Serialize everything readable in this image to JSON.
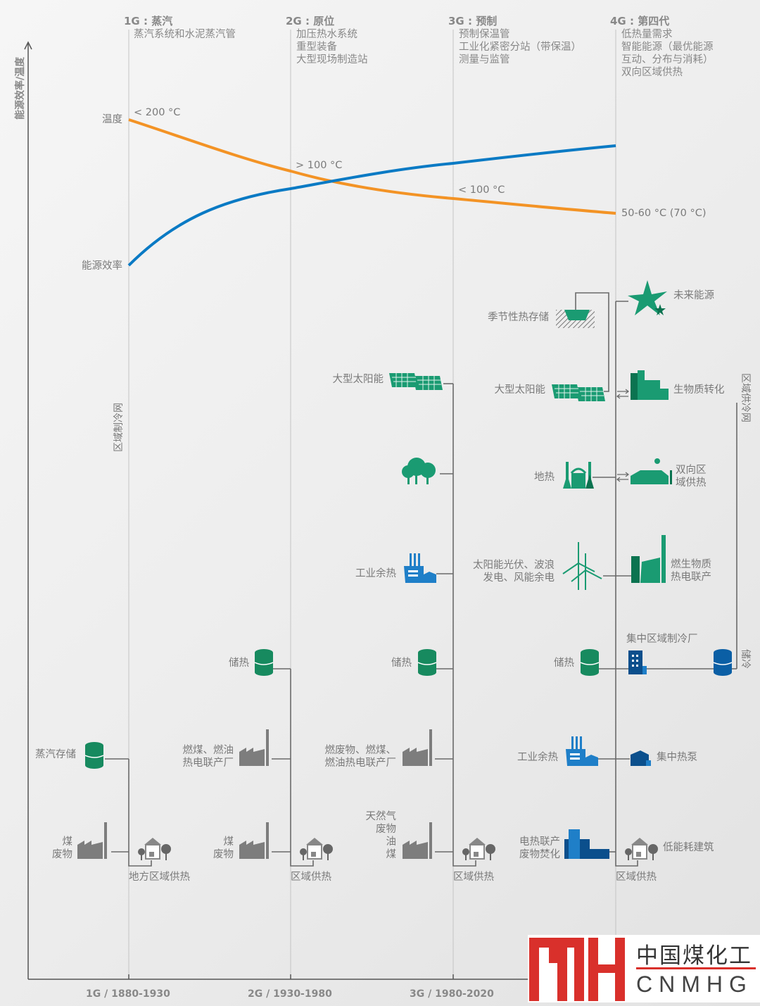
{
  "y_axis_label": "能源效率/温度",
  "generations": [
    {
      "title": "1G : 蒸汽",
      "desc": [
        "蒸汽系统和水泥蒸汽管"
      ],
      "axis_label": "1G / 1880-1930"
    },
    {
      "title": "2G : 原位",
      "desc": [
        "加压热水系统",
        "重型装备",
        "大型现场制造站"
      ],
      "axis_label": "2G / 1930-1980"
    },
    {
      "title": "3G : 预制",
      "desc": [
        "预制保温管",
        "工业化紧密分站（带保温）",
        "测量与监管"
      ],
      "axis_label": "3G / 1980-2020"
    },
    {
      "title": "4G : 第四代",
      "desc": [
        "低热量需求",
        "智能能源（最优能源",
        "互动、分布与消耗）",
        "双向区域供热"
      ]
    }
  ],
  "curves": {
    "temperature": {
      "label": "温度",
      "color": "#f39325",
      "points_label": [
        "< 200 °C",
        "> 100 °C",
        "< 100 °C",
        "50-60 °C (70 °C)"
      ]
    },
    "efficiency": {
      "label": "能源效率",
      "color": "#0a7ac4"
    }
  },
  "networks": {
    "cooling_1g": "区域制冷网",
    "cooling_4g": "区域供冷网",
    "cold_storage": "储冷"
  },
  "g1": {
    "steam_storage": "蒸汽存储",
    "fuel": [
      "煤",
      "废物"
    ],
    "supply": "地方区域供热"
  },
  "g2": {
    "heat_storage": "储热",
    "chp": [
      "燃煤、燃油",
      "热电联产厂"
    ],
    "fuel": [
      "煤",
      "废物"
    ],
    "supply": "区域供热"
  },
  "g3": {
    "solar": "大型太阳能",
    "industrial": "工业余热",
    "heat_storage": "储热",
    "chp": [
      "燃废物、燃煤、",
      "燃油热电联产厂"
    ],
    "fuel": [
      "天然气",
      "废物",
      "油",
      "煤"
    ],
    "supply": "区域供热"
  },
  "g4": {
    "seasonal": "季节性热存储",
    "solar": "大型太阳能",
    "geothermal": "地热",
    "wind": [
      "太阳能光伏、波浪",
      "发电、风能余电"
    ],
    "heat_storage": "储热",
    "industrial": "工业余热",
    "chp_waste": [
      "电热联产",
      "废物焚化"
    ],
    "future": "未来能源",
    "biomass": "生物质转化",
    "bidirectional": [
      "双向区",
      "域供热"
    ],
    "bio_chp": [
      "燃生物质",
      "热电联产"
    ],
    "cooling_plant": "集中区域制冷厂",
    "heat_pump": "集中热泵",
    "low_energy": "低能耗建筑",
    "supply": "区域供热"
  },
  "colors": {
    "green": "#1a9b72",
    "green_dark": "#0b7350",
    "blue": "#1f7fc8",
    "blue_dark": "#0b4f8c",
    "gray": "#7a7a7a",
    "logo_red": "#d9302b"
  },
  "logo": {
    "cn": "中国煤化工",
    "en": "CNMHG"
  }
}
